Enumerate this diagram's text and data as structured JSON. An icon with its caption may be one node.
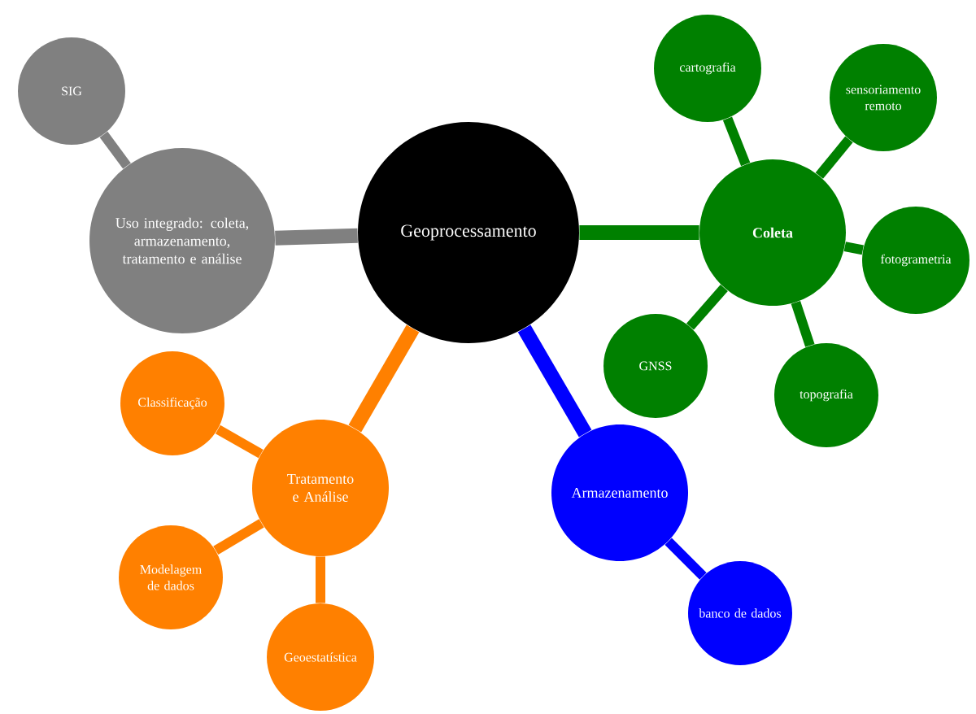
{
  "diagram": {
    "nodes": [
      {
        "text": [
          "Geoprocessamento"
        ]
      },
      {
        "text": [
          "**Coleta**"
        ]
      },
      {
        "text": [
          "cartografia"
        ]
      },
      {
        "text": [
          "sensoriamento remoto"
        ]
      },
      {
        "text": [
          "fotogrametria"
        ]
      },
      {
        "text": [
          "GNSS"
        ]
      },
      {
        "text": [
          "topografia"
        ]
      },
      {
        "text": [
          "Armazenamento"
        ]
      },
      {
        "text": [
          "banco de dados"
        ]
      },
      {
        "text": [
          "Tratamento e Análise"
        ]
      },
      {
        "text": [
          "Classificação"
        ]
      },
      {
        "text": [
          "Modelagem de dados"
        ]
      },
      {
        "text": [
          "Geoestatística"
        ]
      },
      {
        "text": [
          "Uso integrado: coleta, armazenamento, tratamento e análise"
        ]
      },
      {
        "text": [
          "SIG"
        ]
      }
    ],
    "edges": [
      {
        "from": 0,
        "to": 1,
        "arrow": "none"
      },
      {
        "from": 1,
        "to": 2,
        "arrow": "none"
      },
      {
        "from": 1,
        "to": 3,
        "arrow": "none"
      },
      {
        "from": 1,
        "to": 4,
        "arrow": "none"
      },
      {
        "from": 1,
        "to": 5,
        "arrow": "none"
      },
      {
        "from": 1,
        "to": 6,
        "arrow": "none"
      },
      {
        "from": 0,
        "to": 7,
        "arrow": "none",
        "color": "#0000ff"
      },
      {
        "from": 7,
        "to": 8,
        "arrow": "none",
        "color": "#0000ff"
      },
      {
        "from": 0,
        "to": 9,
        "arrow": "none",
        "color": "#ff8000"
      },
      {
        "from": 9,
        "to": 10,
        "arrow": "none",
        "color": "#ff8000"
      },
      {
        "from": 9,
        "to": 11,
        "arrow": "none",
        "color": "#ff8000"
      },
      {
        "from": 9,
        "to": 12,
        "arrow": "none",
        "color": "#ff8000"
      },
      {
        "from": 0,
        "to": 13,
        "arrow": "none",
        "color": "#808080"
      },
      {
        "from": 13,
        "to": 14,
        "arrow": "none",
        "color": "#808080"
      }
    ]
  }
}
